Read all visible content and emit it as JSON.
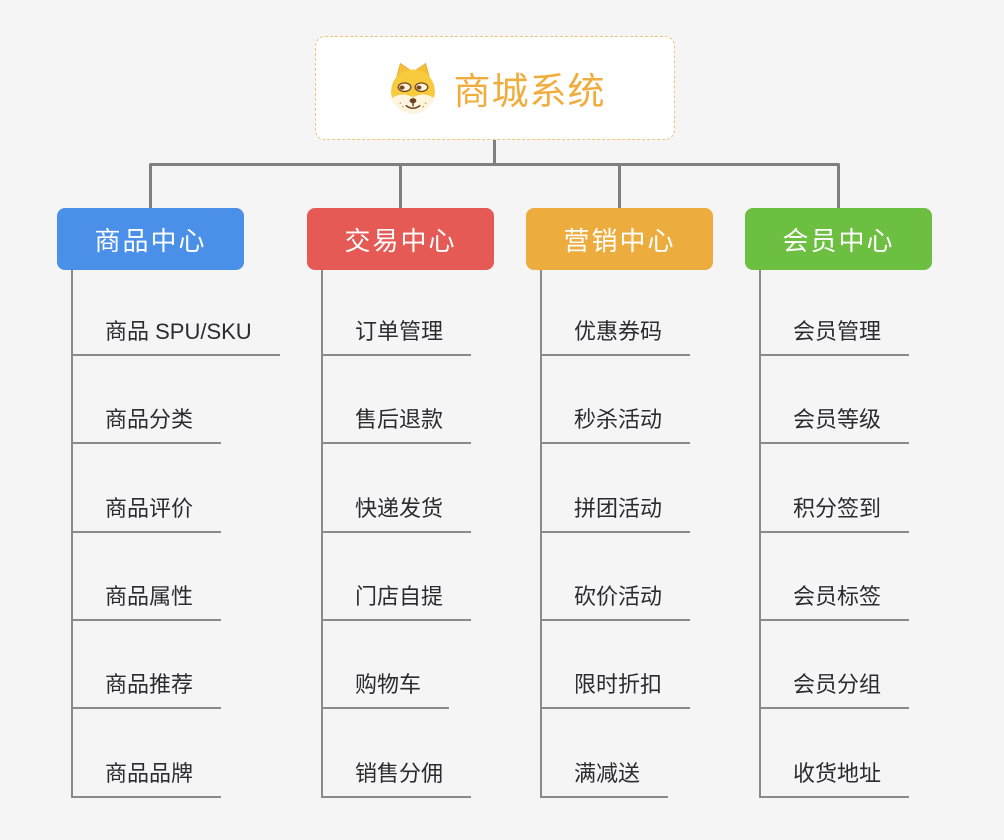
{
  "root": {
    "title": "商城系统",
    "icon": "doge-icon",
    "accent_color": "#f0ad3d",
    "border_color": "#f2c178"
  },
  "connector_color": "#7f7f7f",
  "branches": [
    {
      "id": "product-center",
      "label": "商品中心",
      "color": "#4a90e8",
      "items": [
        "商品 SPU/SKU",
        "商品分类",
        "商品评价",
        "商品属性",
        "商品推荐",
        "商品品牌"
      ]
    },
    {
      "id": "trade-center",
      "label": "交易中心",
      "color": "#e55a55",
      "items": [
        "订单管理",
        "售后退款",
        "快递发货",
        "门店自提",
        "购物车",
        "销售分佣"
      ]
    },
    {
      "id": "marketing-center",
      "label": "营销中心",
      "color": "#ecad3e",
      "items": [
        "优惠券码",
        "秒杀活动",
        "拼团活动",
        "砍价活动",
        "限时折扣",
        "满减送"
      ]
    },
    {
      "id": "member-center",
      "label": "会员中心",
      "color": "#6cbf40",
      "items": [
        "会员管理",
        "会员等级",
        "积分签到",
        "会员标签",
        "会员分组",
        "收货地址"
      ]
    }
  ]
}
